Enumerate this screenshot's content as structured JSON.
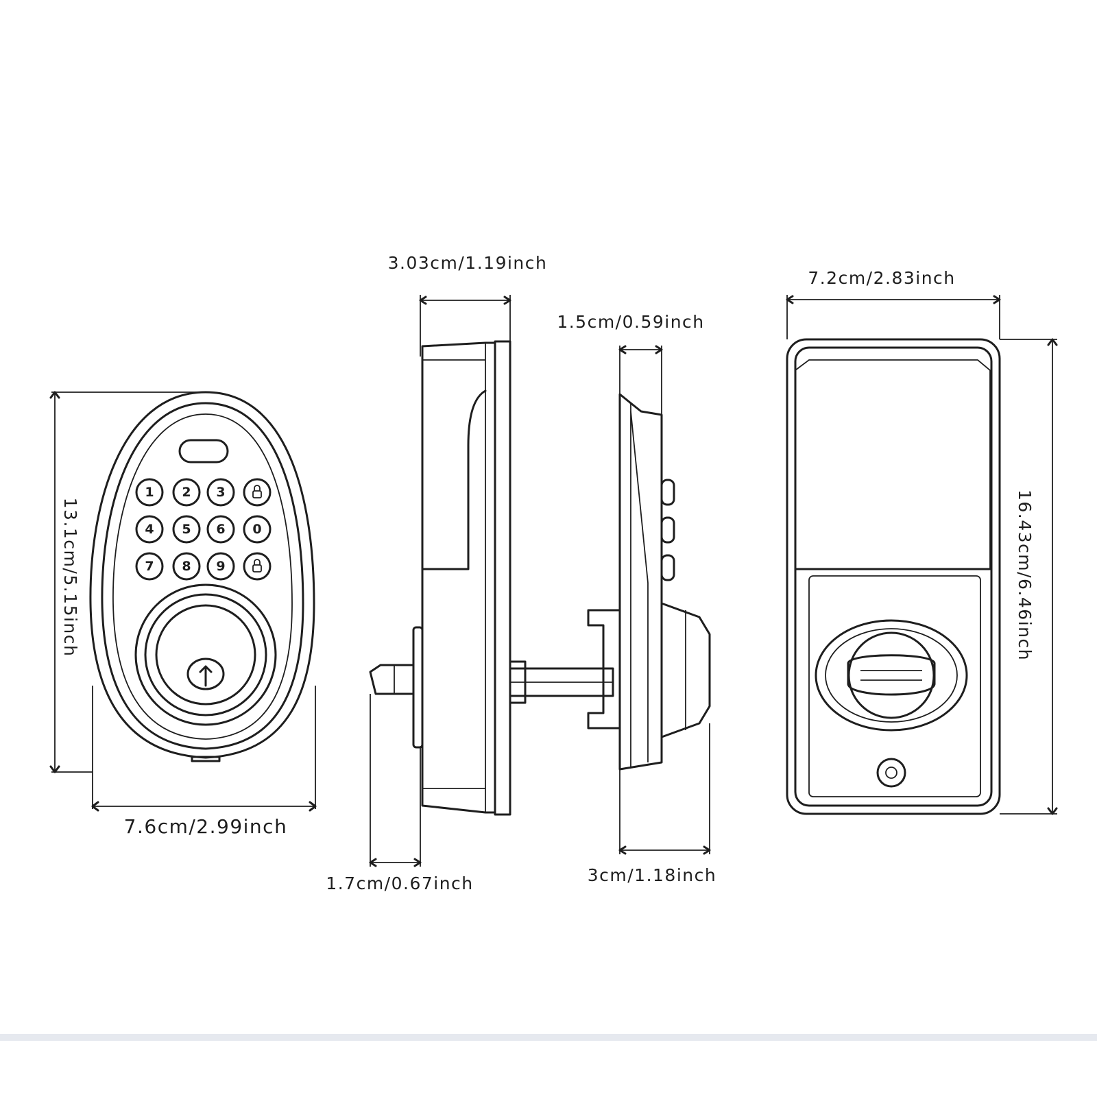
{
  "dimensions": {
    "front_width": "7.6cm/2.99inch",
    "front_height": "13.1cm/5.15inch",
    "side_outer_depth": "3.03cm/1.19inch",
    "side_tailpiece": "1.7cm/0.67inch",
    "side_inner_depth": "1.5cm/0.59inch",
    "side_inner_base": "3cm/1.18inch",
    "back_width": "7.2cm/2.83inch",
    "back_height": "16.43cm/6.46inch"
  },
  "keypad": {
    "keys": [
      "1",
      "2",
      "3",
      "lock",
      "4",
      "5",
      "6",
      "0",
      "7",
      "8",
      "9",
      "lock"
    ]
  },
  "colors": {
    "line": "#1e1e1e",
    "background": "#ffffff"
  }
}
